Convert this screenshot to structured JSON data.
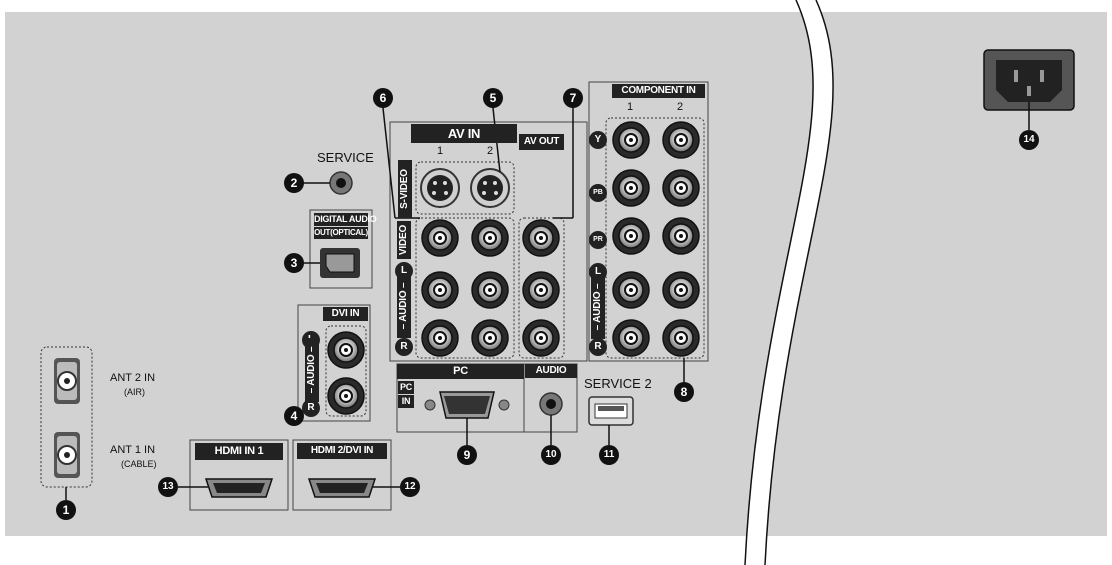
{
  "labels": {
    "service": "SERVICE",
    "digital_audio": "DIGITAL AUDIO",
    "digital_audio_sub": "OUT(OPTICAL)",
    "av_in": "AV IN",
    "av_in_1": "1",
    "av_in_2": "2",
    "av_out": "AV OUT",
    "s_video": "S-VIDEO",
    "video": "VIDEO",
    "audio_l": "L",
    "audio_text": "– AUDIO –",
    "audio_r": "R",
    "component_in": "COMPONENT IN",
    "comp_1": "1",
    "comp_2": "2",
    "comp_y": "Y",
    "comp_pb": "PB",
    "comp_pr": "PR",
    "dvi_in": "DVI IN",
    "pc": "PC",
    "pc_in_line1": "PC",
    "pc_in_line2": "IN",
    "audio": "AUDIO",
    "service2": "SERVICE 2",
    "ant2": "ANT 2 IN",
    "ant2_sub": "(AIR)",
    "ant1": "ANT 1 IN",
    "ant1_sub": "(CABLE)",
    "hdmi1": "HDMI IN 1",
    "hdmi2": "HDMI 2/DVI IN"
  },
  "callouts": [
    "1",
    "2",
    "3",
    "4",
    "5",
    "6",
    "7",
    "8",
    "9",
    "10",
    "11",
    "12",
    "13",
    "14"
  ],
  "colors": {
    "panel": "#d2d2d2",
    "box_border": "#444444",
    "label_bg": "#222222",
    "callout": "#111111"
  }
}
